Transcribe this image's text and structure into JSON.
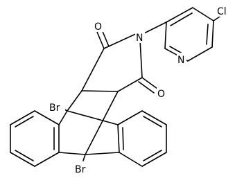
{
  "structure": {
    "atoms": {
      "cl": "Cl",
      "n_pyridine": "N",
      "n_imide": "N",
      "o_top": "O",
      "o_right": "O",
      "br_top": "Br",
      "br_bottom": "Br"
    }
  }
}
